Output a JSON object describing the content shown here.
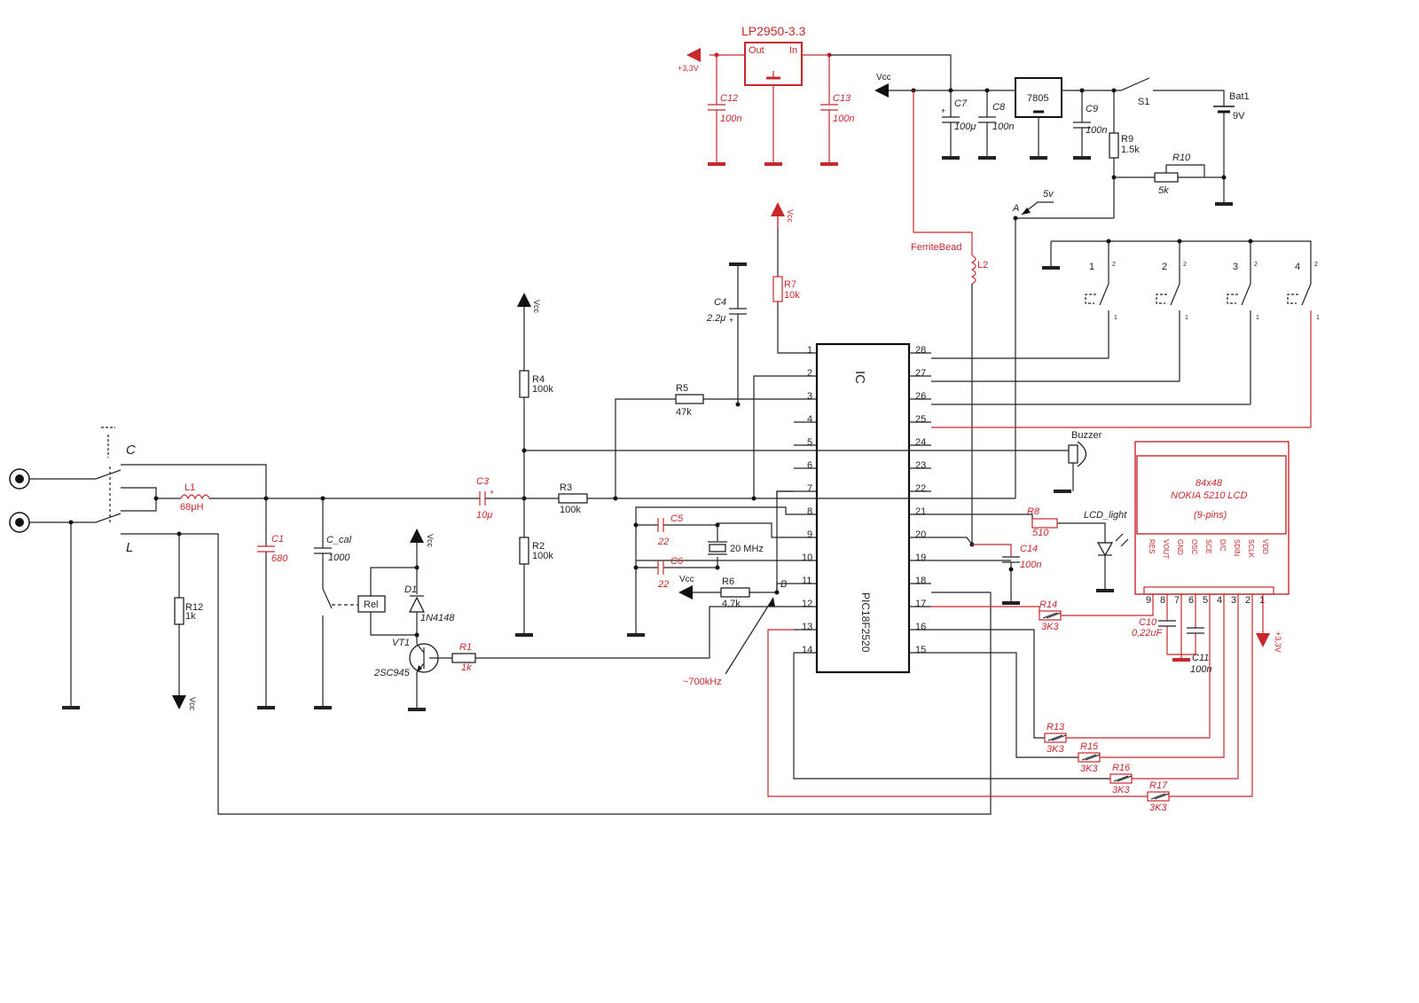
{
  "regulator": {
    "name": "LP2950-3.3",
    "out_label": "Out",
    "in_label": "In",
    "output_rail": "+3,3V"
  },
  "rails": {
    "vcc": "Vcc",
    "v33": "+3,3V",
    "five": "5v"
  },
  "parts": {
    "c12": [
      "C12",
      "100n"
    ],
    "c13": [
      "C13",
      "100n"
    ],
    "c7": [
      "C7",
      "100μ"
    ],
    "c8": [
      "C8",
      "100n"
    ],
    "c9": [
      "C9",
      "100n"
    ],
    "u7805": "7805",
    "s1": "S1",
    "bat1": [
      "Bat1",
      "9V"
    ],
    "r9": [
      "R9",
      "1.5k"
    ],
    "r10": [
      "R10",
      "5k"
    ],
    "ferrite": "FerriteBead",
    "l2": "L2",
    "r7": [
      "R7",
      "10k"
    ],
    "c4": [
      "C4",
      "2.2μ"
    ],
    "r4": [
      "R4",
      "100k"
    ],
    "r5": [
      "R5",
      "47k"
    ],
    "r2": [
      "R2",
      "100k"
    ],
    "r3": [
      "R3",
      "100k"
    ],
    "c3": [
      "C3",
      "10μ"
    ],
    "l1": [
      "L1",
      "68μH"
    ],
    "c1": [
      "C1",
      "680"
    ],
    "ccal": [
      "C_cal",
      "1000"
    ],
    "r12": [
      "R12",
      "1k"
    ],
    "d1": [
      "D1",
      "1N4148"
    ],
    "vt1": [
      "VT1",
      "2SC945"
    ],
    "r1": [
      "R1",
      "1k"
    ],
    "rel": "Rel",
    "c5": [
      "C5",
      "22"
    ],
    "c6": [
      "C6",
      "22"
    ],
    "xtal": "20 MHz",
    "r6": [
      "R6",
      "4.7k"
    ],
    "r8": [
      "R8",
      "510"
    ],
    "c14": [
      "C14",
      "100n"
    ],
    "r14": [
      "R14",
      "3K3"
    ],
    "c10": [
      "C10",
      "0,22uF"
    ],
    "c11": [
      "C11",
      "100n"
    ],
    "r13": [
      "R13",
      "3K3"
    ],
    "r15": [
      "R15",
      "3K3"
    ],
    "r16": [
      "R16",
      "3K3"
    ],
    "r17": [
      "R17",
      "3K3"
    ],
    "buzzer": "Buzzer",
    "lcd_light": "LCD_light",
    "freq": "~700kHz"
  },
  "terminals": {
    "c": "C",
    "l": "L"
  },
  "nodes": {
    "a": "A",
    "b": "B"
  },
  "ic": {
    "label": "IC",
    "part": "PIC18F2520",
    "left_pins": [
      "1",
      "2",
      "3",
      "4",
      "5",
      "6",
      "7",
      "8",
      "9",
      "10",
      "11",
      "12",
      "13",
      "14"
    ],
    "right_pins": [
      "28",
      "27",
      "26",
      "25",
      "24",
      "23",
      "22",
      "21",
      "20",
      "19",
      "18",
      "17",
      "16",
      "15"
    ]
  },
  "buttons": {
    "labels": [
      "1",
      "2",
      "3",
      "4"
    ],
    "pin_top": "2",
    "pin_bottom": "1"
  },
  "lcd": {
    "line1": "84x48",
    "line2": "NOKIA 5210 LCD",
    "line3": "(9-pins)",
    "pin_names": [
      "RES",
      "VOUT",
      "GND",
      "OSC",
      "SCE",
      "D/C",
      "SDIN",
      "SCLK",
      "VDD"
    ],
    "pin_numbers": [
      "9",
      "8",
      "7",
      "6",
      "5",
      "4",
      "3",
      "2",
      "1"
    ]
  },
  "colors": {
    "wire": "#222222",
    "highlight": "#c8282c"
  }
}
